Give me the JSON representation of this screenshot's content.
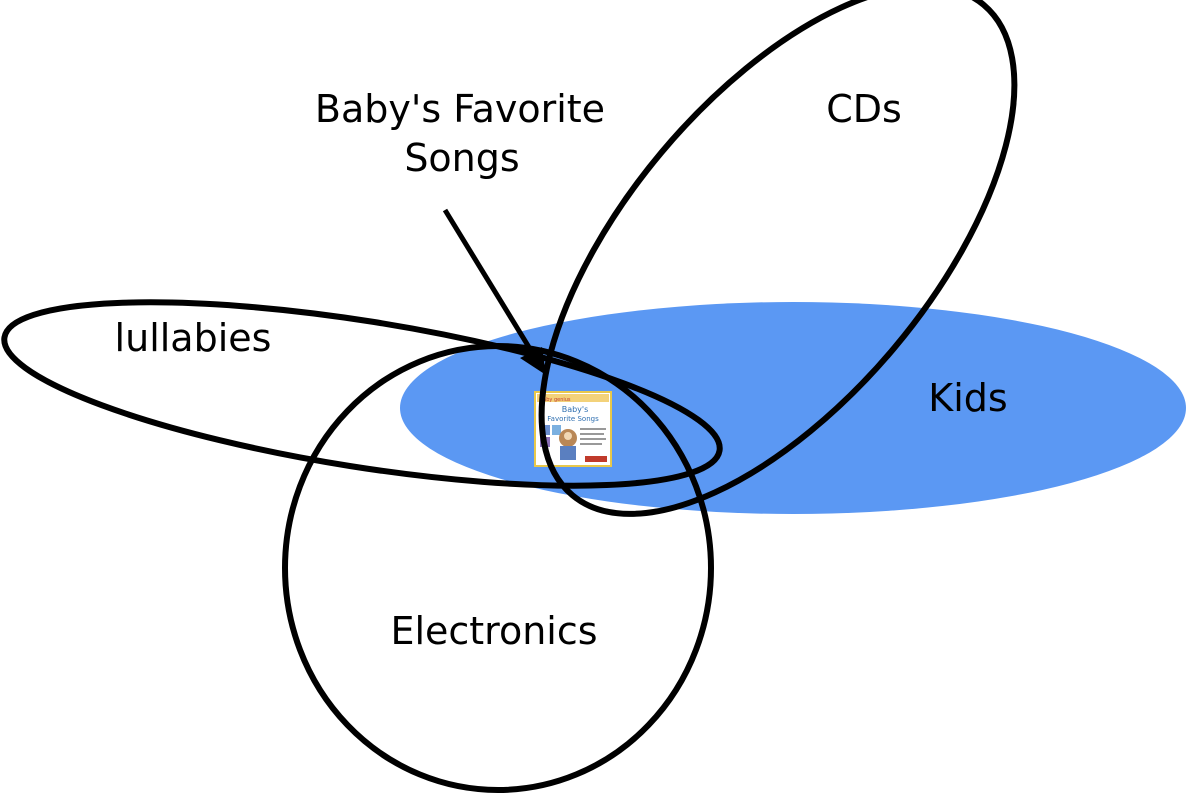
{
  "diagram": {
    "title_lines": [
      "Baby's Favorite",
      "Songs"
    ],
    "sets": {
      "cds": "CDs",
      "lullabies": "lullabies",
      "kids": "Kids",
      "electronics": "Electronics"
    },
    "cover": {
      "brand": "baby genius",
      "title_lines": [
        "Baby's",
        "Favorite Songs"
      ]
    },
    "colors": {
      "kids_fill": "#5B98F3",
      "outline": "#000000",
      "cover_border": "#E8C84A"
    }
  }
}
